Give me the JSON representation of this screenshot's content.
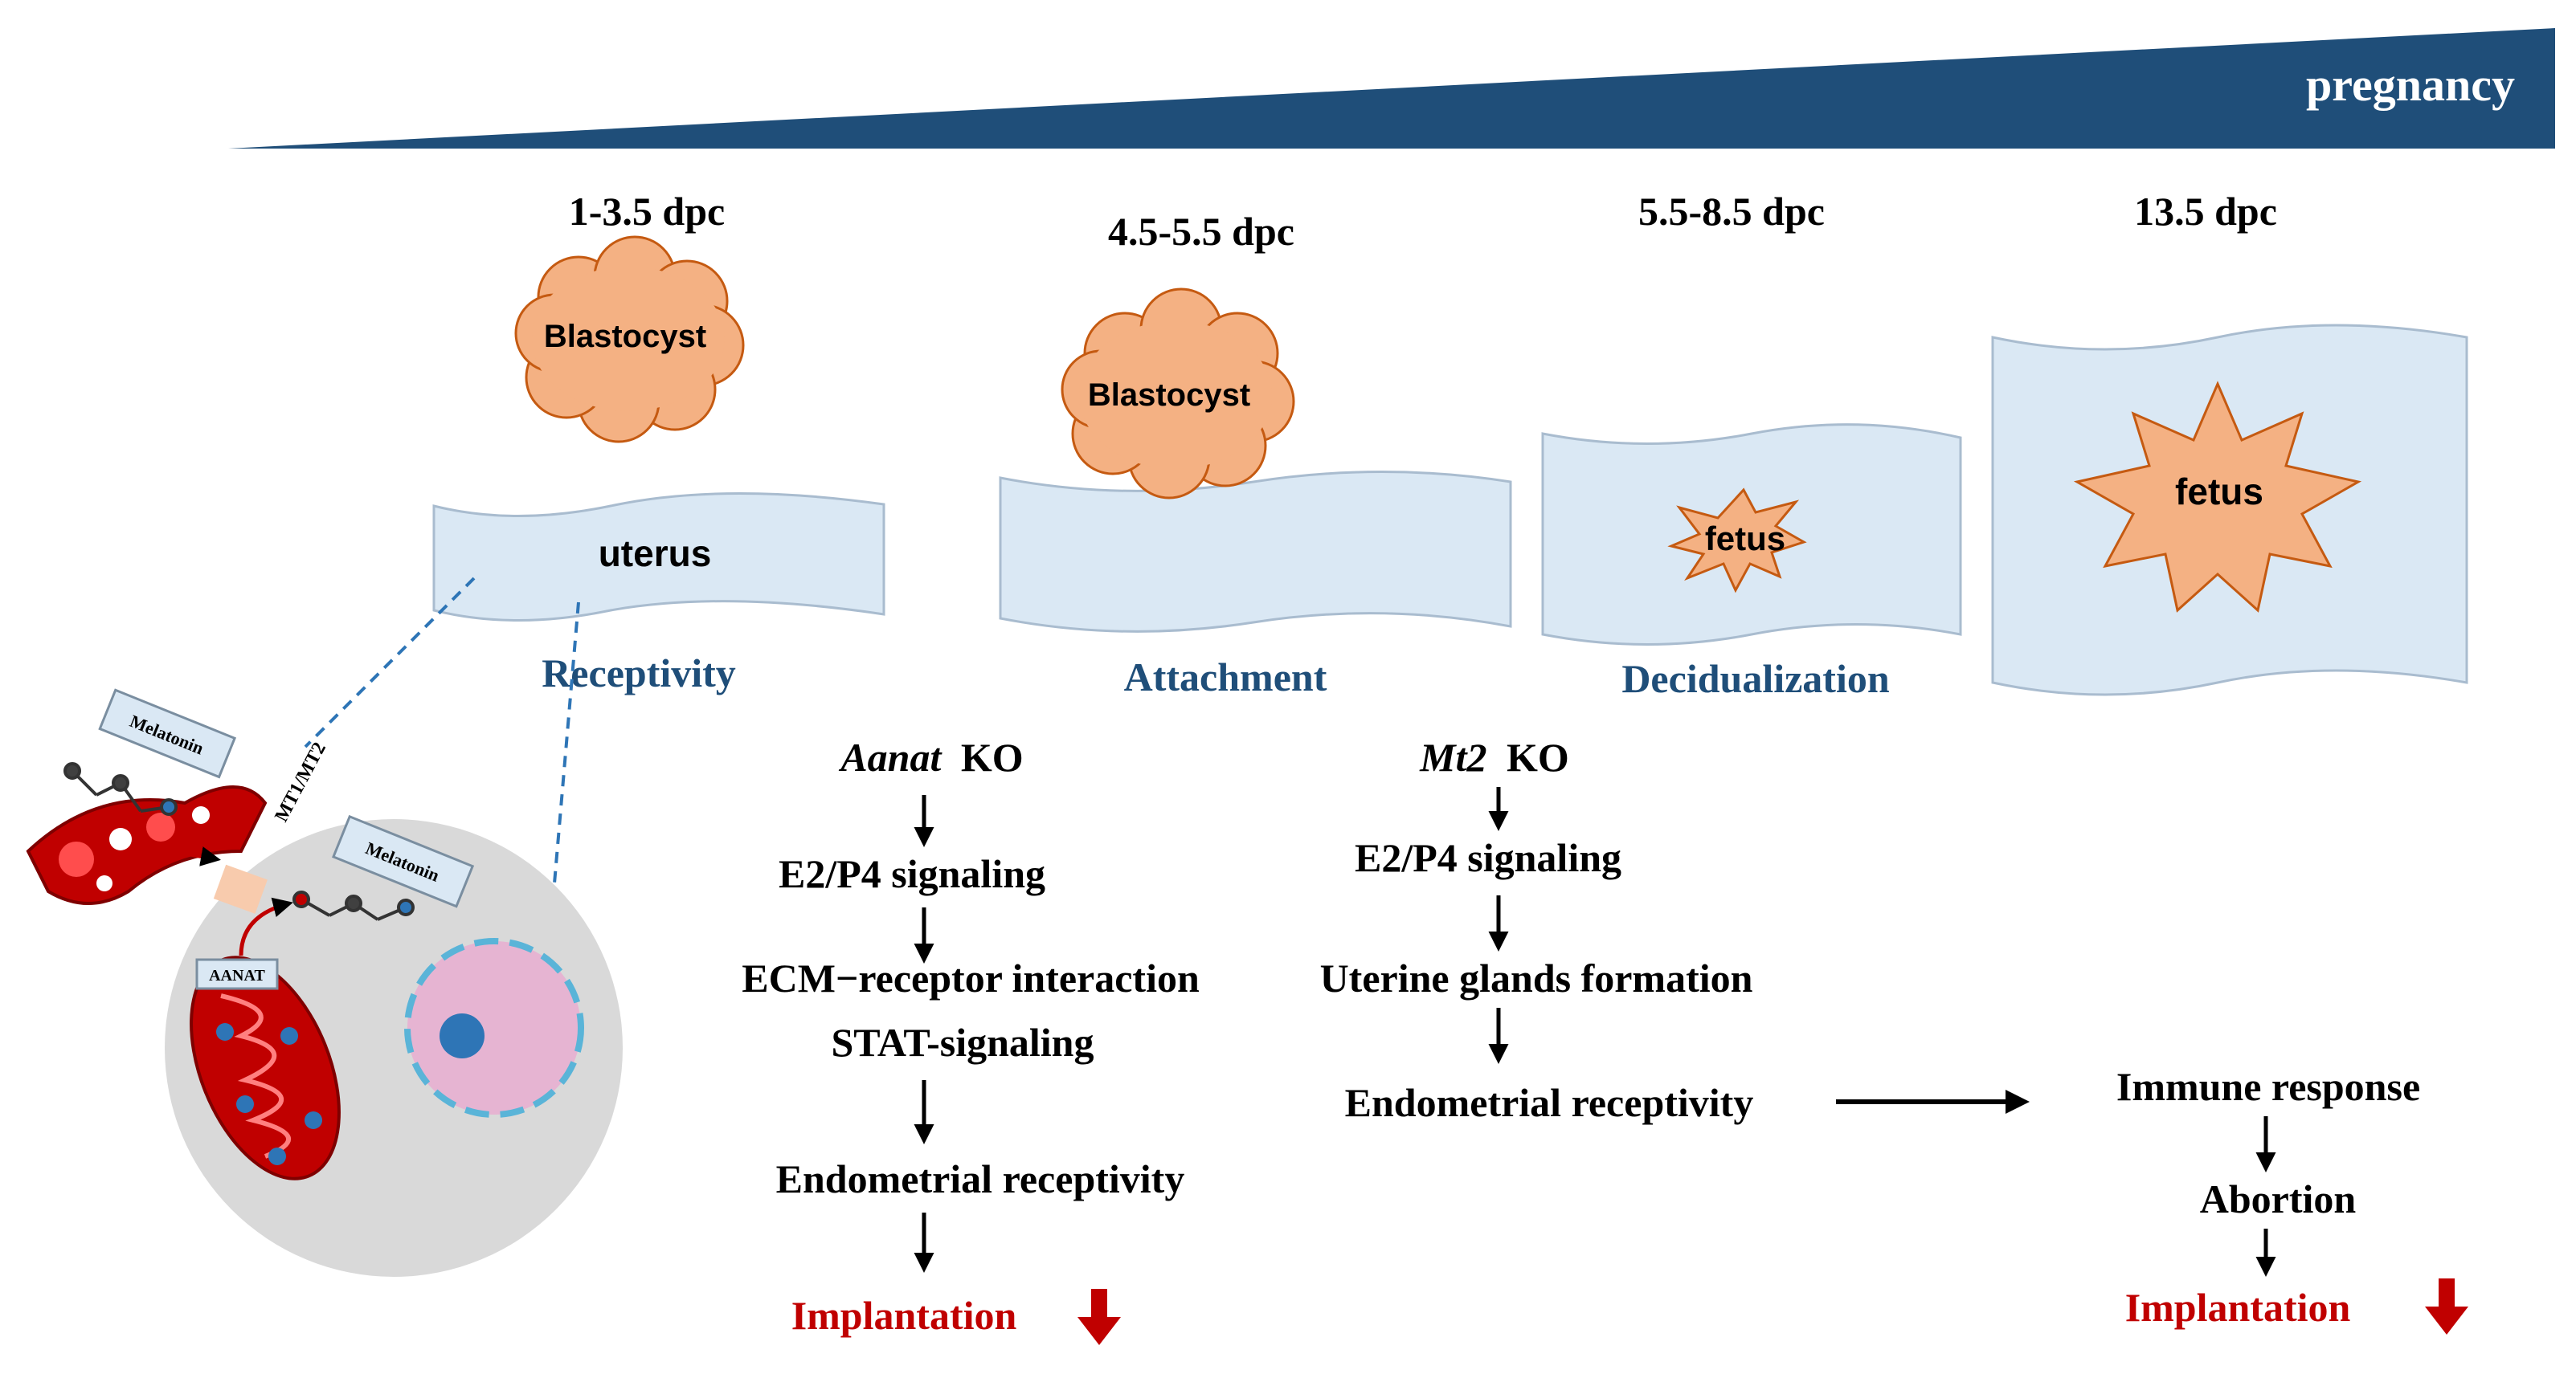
{
  "colors": {
    "banner": "#1f4e79",
    "tissue_fill": "#dae8f4",
    "tissue_stroke": "#7a8ea0",
    "embryo_fill": "#f4b183",
    "stage_label": "#1f4e79",
    "implantation": "#c00000",
    "cell_bg": "#d9d9d9",
    "nucleus_pink": "#e6b4d2",
    "nucleus_dot": "#2e75b6",
    "mito_red": "#c00000"
  },
  "banner": {
    "label": "pregnancy"
  },
  "timeline": [
    {
      "dpc": "1-3.5 dpc",
      "stage": "Receptivity",
      "embryo": "Blastocyst",
      "tissue": "uterus"
    },
    {
      "dpc": "4.5-5.5 dpc",
      "stage": "Attachment",
      "embryo": "Blastocyst"
    },
    {
      "dpc": "5.5-8.5 dpc",
      "stage": "Decidualization",
      "embryo": "fetus"
    },
    {
      "dpc": "13.5 dpc",
      "embryo": "fetus"
    }
  ],
  "cell_inset": {
    "melatonin_label_1": "Melatonin",
    "melatonin_label_2": "Melatonin",
    "receptor": "MT1/MT2",
    "enzyme": "AANAT"
  },
  "aanat_pathway": {
    "knockout_gene": "Aanat",
    "knockout_suffix": "KO",
    "steps": [
      "E2/P4 signaling",
      "ECM−receptor interaction",
      "STAT-signaling",
      "Endometrial receptivity"
    ],
    "outcome": "Implantation"
  },
  "mt2_pathway": {
    "knockout_gene": "Mt2",
    "knockout_suffix": "KO",
    "steps": [
      "E2/P4 signaling",
      "Uterine glands formation",
      "Endometrial receptivity"
    ]
  },
  "downstream_pathway": {
    "steps": [
      "Immune response",
      "Abortion"
    ],
    "outcome": "Implantation"
  }
}
